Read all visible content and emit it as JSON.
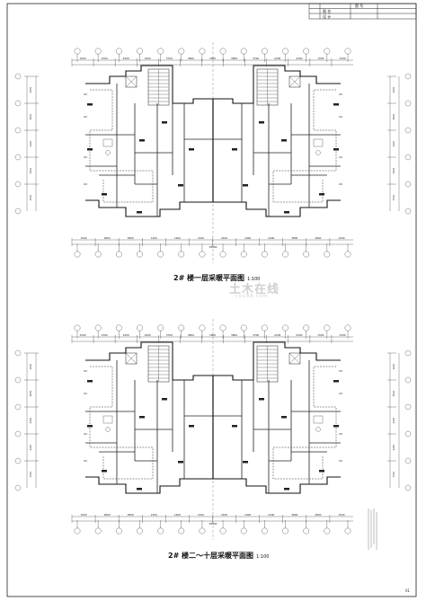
{
  "sheet": {
    "title_block": {
      "row1": "图 号",
      "row2": "图 名",
      "row3": "设 计"
    },
    "page_number": "01"
  },
  "plans": [
    {
      "title": "2# 楼一层采暖平面图",
      "scale": "1:100",
      "top_dims": [
        "1500",
        "1500",
        "2200",
        "2200",
        "3700",
        "3800",
        "1800",
        "3800",
        "3700",
        "2200",
        "2200",
        "1500",
        "1500"
      ],
      "bottom_dims": [
        "1500",
        "2800",
        "3800",
        "1200",
        "1400",
        "2100",
        "2100",
        "1400",
        "1200",
        "3800",
        "2800",
        "1500"
      ],
      "overall_dim": "38900",
      "side_dims": [
        "1600",
        "3600",
        "2400",
        "3400",
        "1500"
      ]
    },
    {
      "title": "2# 楼二～十层采暖平面图",
      "scale": "1:100",
      "top_dims": [
        "1500",
        "1500",
        "2200",
        "2200",
        "3700",
        "3800",
        "1800",
        "3800",
        "3700",
        "2200",
        "2200",
        "1500",
        "1500"
      ],
      "bottom_dims": [
        "1500",
        "2800",
        "3800",
        "1200",
        "1400",
        "2100",
        "2100",
        "1400",
        "1200",
        "3800",
        "2800",
        "1500"
      ],
      "overall_dim": "38900",
      "side_dims": [
        "1600",
        "3600",
        "2400",
        "3400",
        "1500"
      ]
    }
  ],
  "watermark": {
    "text": "土木在线",
    "sub": "co188.com"
  }
}
